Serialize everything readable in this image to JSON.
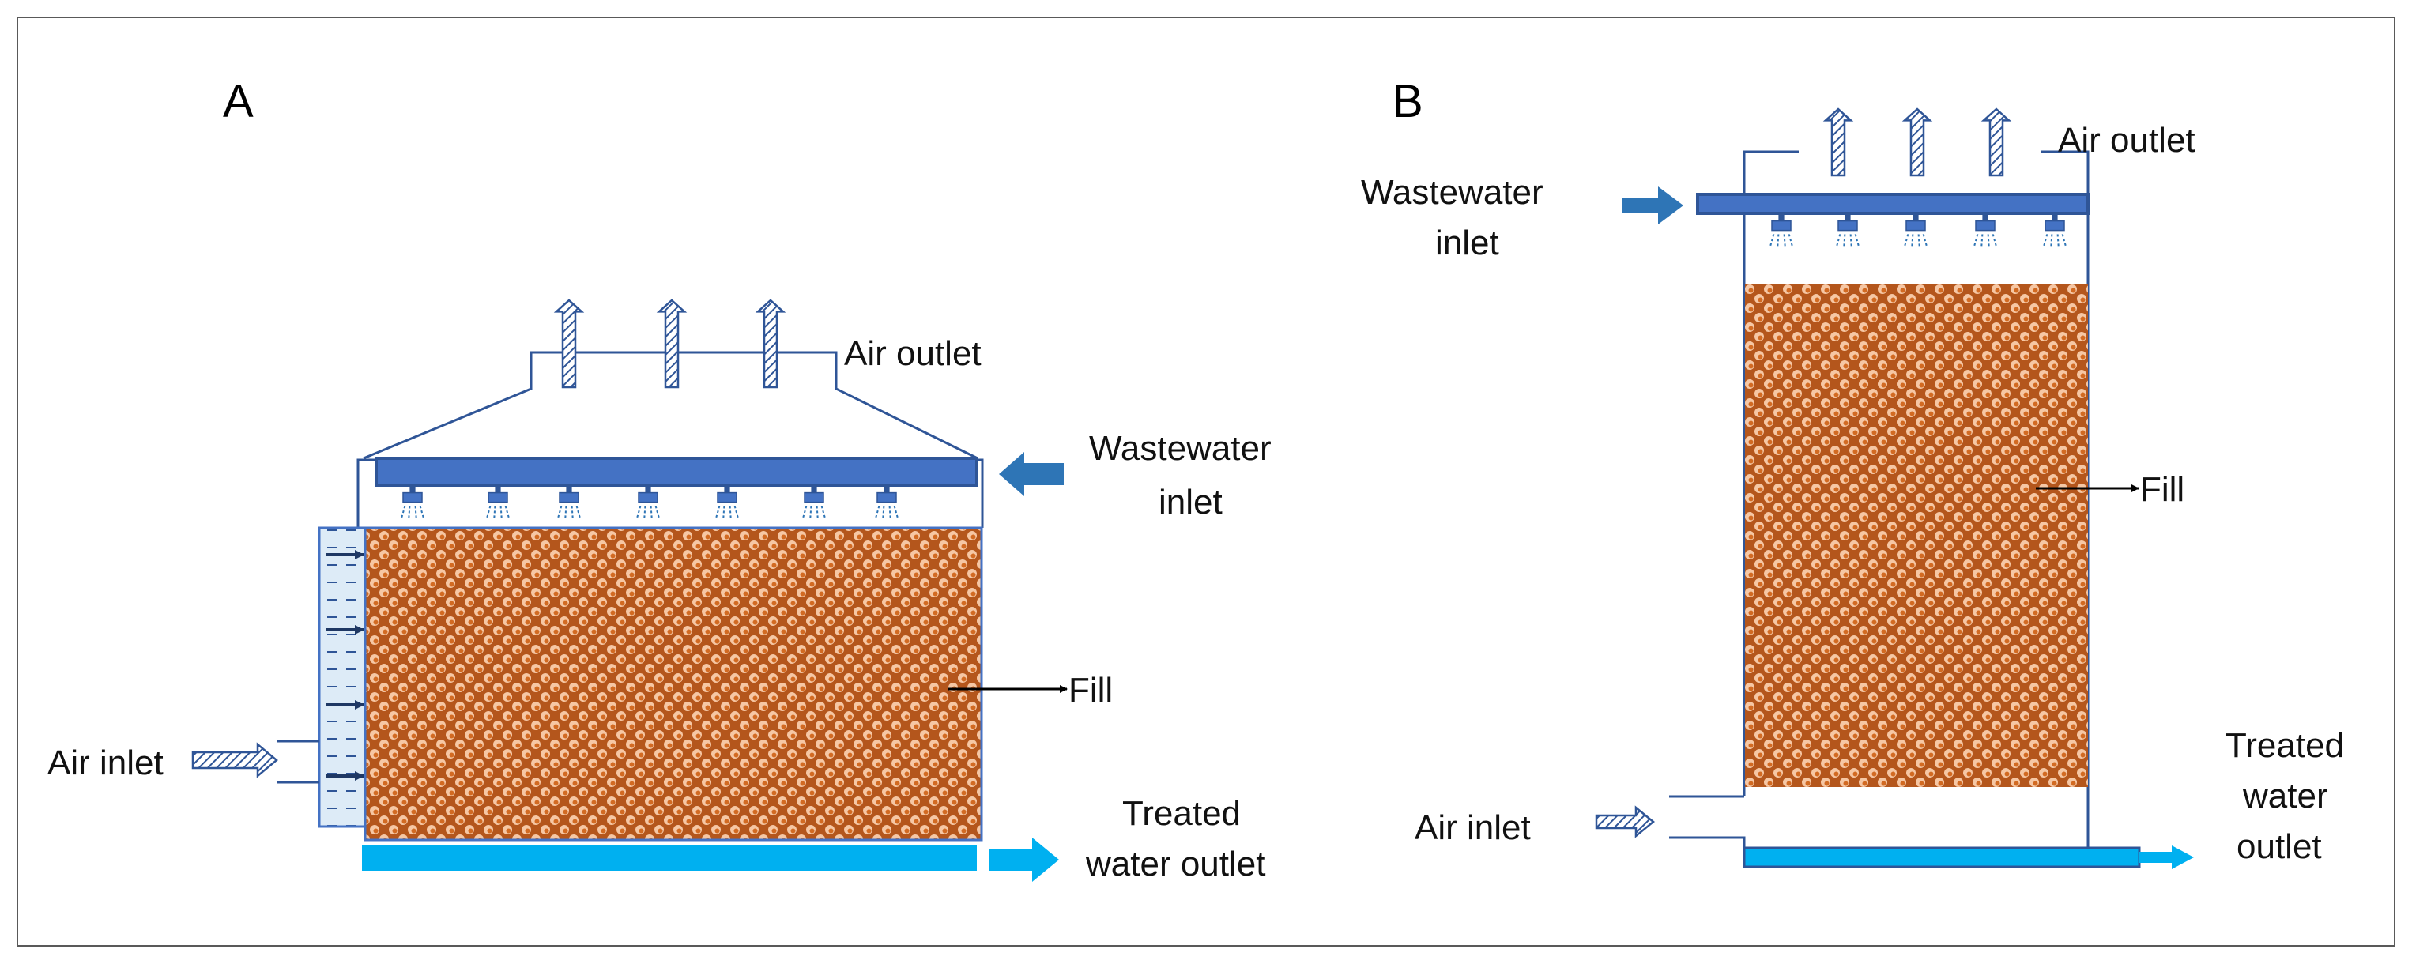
{
  "panel_a": {
    "letter": "A",
    "air_outlet": "Air outlet",
    "wastewater_inlet": [
      "Wastewater",
      "inlet"
    ],
    "fill": "Fill",
    "air_inlet": "Air inlet",
    "treated_water_outlet": [
      "Treated",
      "water outlet"
    ]
  },
  "panel_b": {
    "letter": "B",
    "air_outlet": "Air outlet",
    "wastewater_inlet": [
      "Wastewater",
      "inlet"
    ],
    "fill": "Fill",
    "air_inlet": "Air inlet",
    "treated_water_outlet": [
      "Treated",
      "water",
      "outlet"
    ]
  },
  "colors": {
    "pipe_blue": "#4472C4",
    "pipe_dark": "#2F5597",
    "inlet_arrow_blue": "#0070C0",
    "treated_water_blue": "#00B0F0",
    "fill_orange": "#C55A11",
    "fill_ball": "#F4B183",
    "hatched_arrow_edge": "#2F5597"
  }
}
